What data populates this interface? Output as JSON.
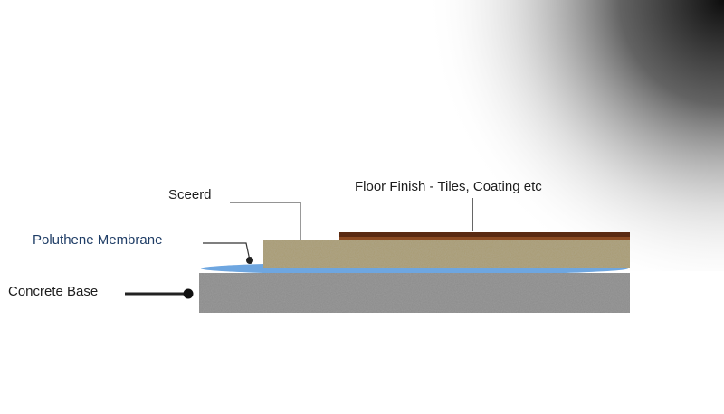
{
  "labels": {
    "screed": "Sceerd",
    "floor_finish": "Floor Finish - Tiles, Coating etc",
    "membrane": "Poluthene Membrane",
    "concrete": "Concrete Base"
  },
  "colors": {
    "concrete": "#8a8a8a",
    "screed": "#a89a70",
    "membrane": "#6ea6e0",
    "finish": "#5a2a12",
    "membrane_label": "#1f3d66"
  }
}
